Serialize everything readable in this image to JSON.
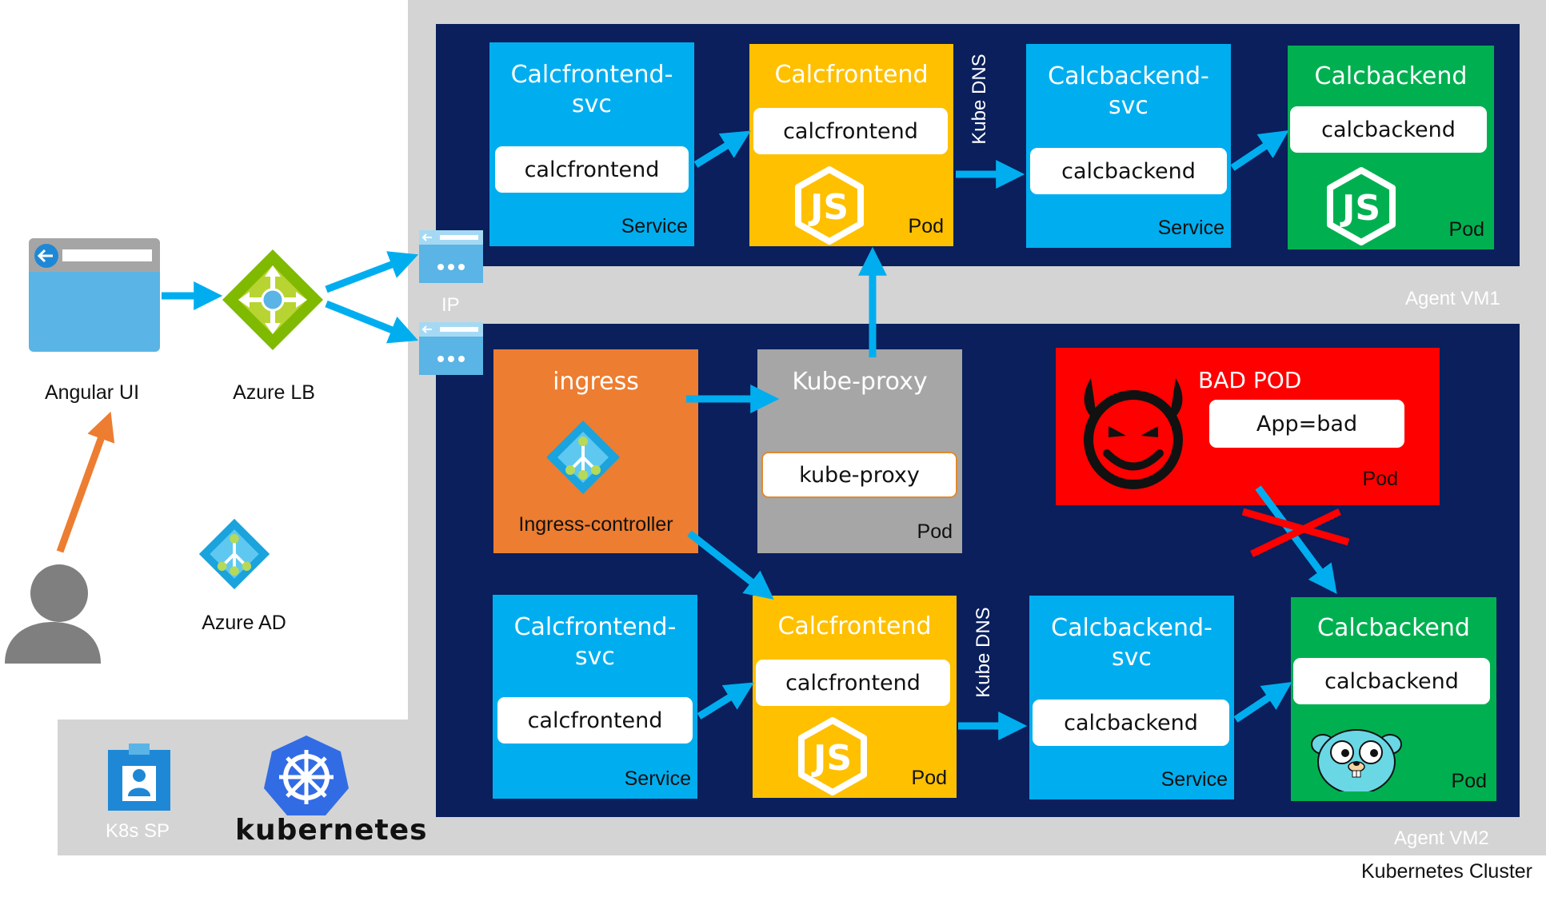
{
  "colors": {
    "cluster_gray": "#d4d4d4",
    "vm_navy": "#0a1f5c",
    "service_blue": "#00aeef",
    "pod_yellow": "#ffc000",
    "pod_green": "#00b050",
    "ingress_orange": "#ed7d31",
    "proxy_gray": "#a6a6a6",
    "bad_red": "#ff0000",
    "arrow_blue": "#00aeef",
    "arrow_orange": "#ed7d31"
  },
  "cluster": {
    "label": "Kubernetes Cluster"
  },
  "ip_label": "IP",
  "left_nodes": {
    "angular_ui": "Angular UI",
    "azure_lb": "Azure LB",
    "azure_ad": "Azure AD",
    "k8s_sp": "K8s SP",
    "kubernetes_logo": "kubernetes"
  },
  "vm1": {
    "label": "Agent VM1",
    "kube_dns": "Kube DNS",
    "frontend_svc": {
      "title": "Calcfrontend-svc",
      "inner": "calcfrontend",
      "type": "Service"
    },
    "frontend_pod": {
      "title": "Calcfrontend",
      "inner": "calcfrontend",
      "type": "Pod",
      "icon": "nodejs-icon"
    },
    "backend_svc": {
      "title": "Calcbackend-svc",
      "inner": "calcbackend",
      "type": "Service"
    },
    "backend_pod": {
      "title": "Calcbackend",
      "inner": "calcbackend",
      "type": "Pod",
      "icon": "nodejs-icon"
    }
  },
  "vm2": {
    "label": "Agent VM2",
    "kube_dns": "Kube DNS",
    "ingress": {
      "title": "ingress",
      "caption": "Ingress-controller",
      "icon": "ingress-icon"
    },
    "kube_proxy": {
      "title": "Kube-proxy",
      "inner": "kube-proxy",
      "type": "Pod"
    },
    "bad_pod": {
      "title": "BAD POD",
      "inner": "App=bad",
      "type": "Pod",
      "icon": "devil-icon"
    },
    "frontend_svc": {
      "title": "Calcfrontend-svc",
      "inner": "calcfrontend",
      "type": "Service"
    },
    "frontend_pod": {
      "title": "Calcfrontend",
      "inner": "calcfrontend",
      "type": "Pod",
      "icon": "nodejs-icon"
    },
    "backend_svc": {
      "title": "Calcbackend-svc",
      "inner": "calcbackend",
      "type": "Service"
    },
    "backend_pod": {
      "title": "Calcbackend",
      "inner": "calcbackend",
      "type": "Pod",
      "icon": "gopher-icon"
    }
  }
}
